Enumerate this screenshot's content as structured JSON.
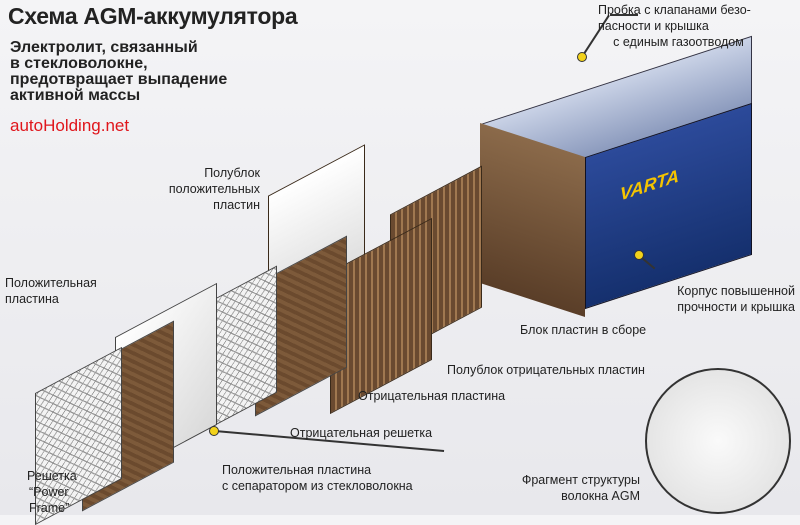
{
  "title": "Схема AGM-аккумулятора",
  "subtitle": [
    "Электролит, связанный",
    "в стекловолокне,",
    "предотвращает выпадение",
    "активной массы"
  ],
  "logo": "autoHolding.net",
  "battery_brand": "VARTA",
  "labels": {
    "cap": [
      "Пробка с клапанами безо-",
      "пасности и крышка",
      "с единым газоотводом"
    ],
    "positive_half_block": [
      "Полублок",
      "положительных",
      "пластин"
    ],
    "positive_plate": [
      "Положительная",
      "пластина"
    ],
    "case": [
      "Корпус повышенной",
      "прочности и крышка"
    ],
    "plate_block": "Блок пластин в сборе",
    "negative_half_block": "Полублок отрицательных пластин",
    "negative_plate": "Отрицательная пластина",
    "negative_grid": "Отрицательная решетка",
    "positive_plate_separator": [
      "Положительная пластина",
      "с сепаратором из стекловолокна"
    ],
    "agm_fragment": [
      "Фрагмент структуры",
      "волокна AGM"
    ],
    "power_frame": [
      "Решетка",
      "“Power",
      "Frame”"
    ]
  }
}
